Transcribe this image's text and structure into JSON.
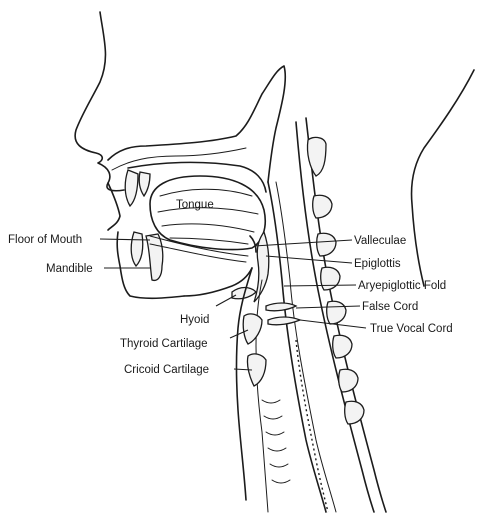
{
  "labels": {
    "tongue": "Tongue",
    "floor_of_mouth": "Floor of Mouth",
    "mandible": "Mandible",
    "hyoid": "Hyoid",
    "thyroid_cartilage": "Thyroid Cartilage",
    "cricoid_cartilage": "Cricoid Cartilage",
    "valleculae": "Valleculae",
    "epiglottis": "Epiglottis",
    "aryepiglottic_fold": "Aryepiglottic Fold",
    "false_cord": "False Cord",
    "true_vocal_cord": "True Vocal Cord"
  }
}
